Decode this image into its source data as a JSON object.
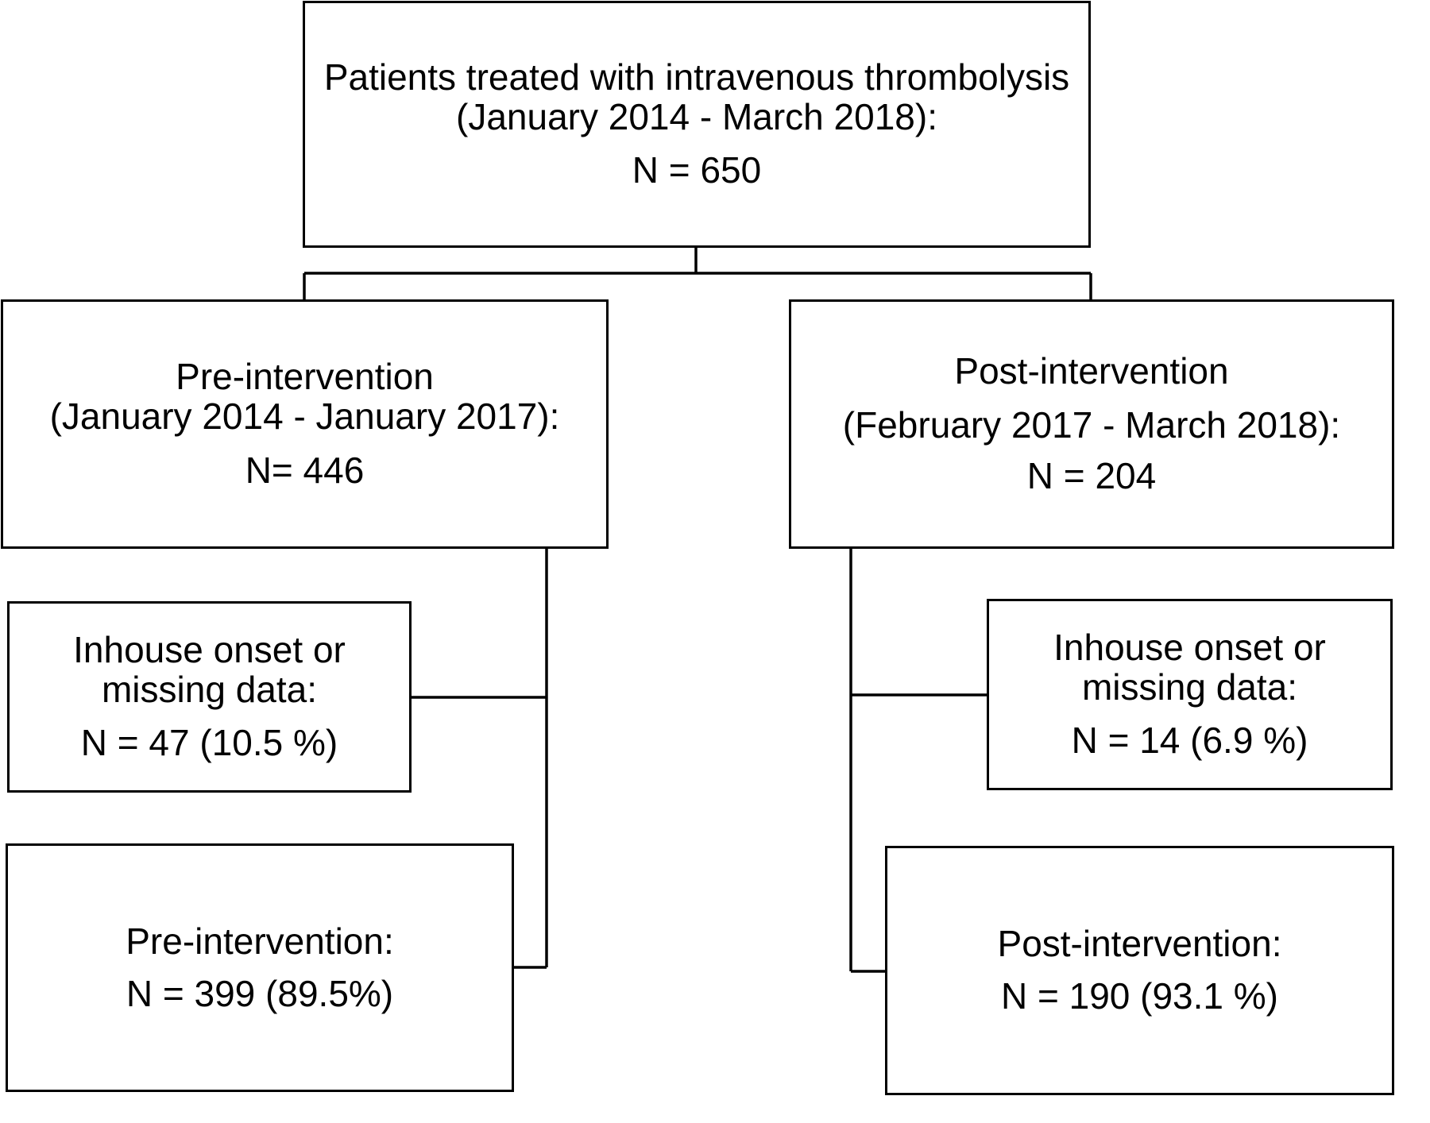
{
  "top": {
    "line1": "Patients treated with intravenous thrombolysis",
    "line2": "(January 2014 - March 2018):",
    "count": "N = 650"
  },
  "pre": {
    "line1": "Pre-intervention",
    "line2": "(January 2014 - January 2017):",
    "count": "N= 446"
  },
  "post": {
    "line1": "Post-intervention",
    "line2": "(February 2017 - March 2018):",
    "count": "N = 204"
  },
  "pre_excluded": {
    "line1": "Inhouse onset or",
    "line2": "missing data:",
    "count": "N = 47 (10.5 %)"
  },
  "post_excluded": {
    "line1": "Inhouse onset or",
    "line2": "missing data:",
    "count": "N = 14 (6.9 %)"
  },
  "pre_final": {
    "line1": "Pre-intervention:",
    "count": "N = 399 (89.5%)"
  },
  "post_final": {
    "line1": "Post-intervention:",
    "count": "N = 190 (93.1 %)"
  }
}
